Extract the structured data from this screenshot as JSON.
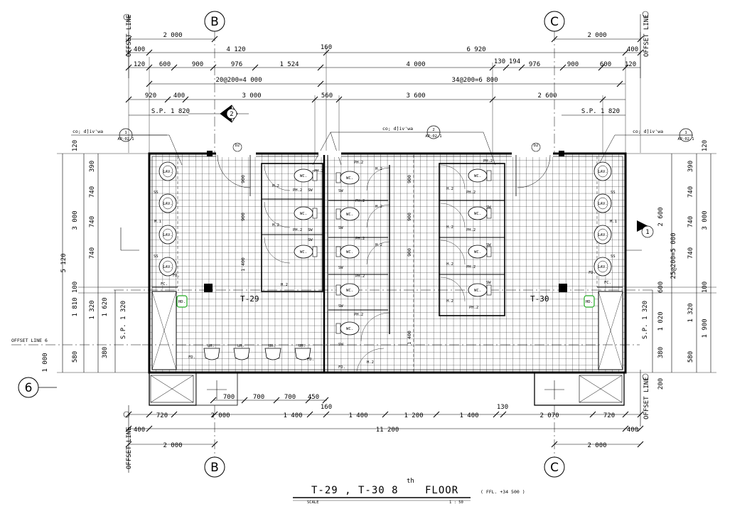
{
  "grid": {
    "col_b": "B",
    "col_c": "C",
    "row_6": "6"
  },
  "offset_line": {
    "label": "OFFSET LINE",
    "label_row": "OFFSET LINE 6",
    "circle_b": "B",
    "circle_c": "C"
  },
  "top_dims": {
    "row1": [
      "2 000",
      "160",
      "2 000"
    ],
    "row2": [
      "400",
      "4 120",
      "6 920",
      "400"
    ],
    "row3": [
      "120",
      "600",
      "900",
      "976",
      "1 524",
      "4 000",
      "130",
      "194",
      "976",
      "900",
      "600",
      "120"
    ],
    "row4": [
      "20@200=4 000",
      "34@200=6 800"
    ],
    "row5": [
      "920",
      "400",
      "3 000",
      "560",
      "3 600",
      "2 600"
    ],
    "sp": [
      "S.P. 1 820",
      "S.P. 1 820"
    ]
  },
  "bottom_dims": {
    "row1": [
      "700",
      "700",
      "700",
      "450",
      "160",
      "130"
    ],
    "row2": [
      "720",
      "2 000",
      "1 400",
      "1 400",
      "1 200",
      "1 400",
      "2 070",
      "720"
    ],
    "row3": [
      "400",
      "11 200",
      "400"
    ],
    "row4": [
      "2 000",
      "2 000"
    ]
  },
  "left_dims": {
    "outer": [
      "120",
      "3 000",
      "100",
      "1 810",
      "1 000",
      "5 120"
    ],
    "inner": [
      "390",
      "740",
      "740",
      "740",
      "1 320",
      "580",
      "1 620",
      "380"
    ],
    "sp": "S.P. 1 320"
  },
  "right_dims": {
    "outer": [
      "120",
      "3 000",
      "100",
      "1 900",
      "200",
      "25@200=5 000"
    ],
    "inner": [
      "390",
      "740",
      "740",
      "740",
      "600",
      "1 320",
      "580",
      "2 600",
      "1 020",
      "380"
    ],
    "sp": "S.P. 1 320"
  },
  "rooms": {
    "left": "T-29",
    "right": "T-30"
  },
  "callouts": {
    "section_ref": "2",
    "section_ref_right": "1",
    "tag_a": "1",
    "tag_b": "2",
    "tag_note": "co; d]iv'wa",
    "tag_sub": "AP-02.1"
  },
  "fixtures": {
    "lav": "LAV.",
    "wc": "WC.",
    "ur": "UR.",
    "fd": "FD.",
    "ss": "SS",
    "sw": "SW",
    "ph2": "PH.2",
    "h2": "H.2",
    "m1": "M.1",
    "fc": "FC.",
    "hd": "HD.",
    "d2": "D2"
  },
  "dims_internal": [
    "900",
    "900",
    "1 400",
    "900",
    "900",
    "900",
    "1 400"
  ],
  "title": {
    "main": "T-29 , T-30  8",
    "sup": "th",
    "floor": "FLOOR",
    "ffl": "( FFL. +34 500 )",
    "scale_label": "SCALE",
    "scale_value": "1 : 50"
  }
}
